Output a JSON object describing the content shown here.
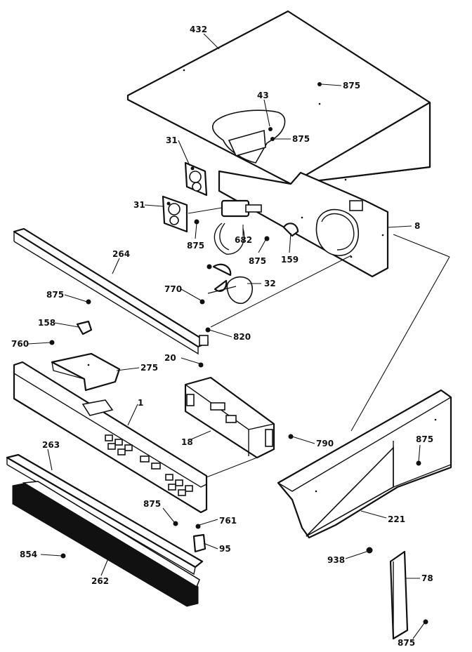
{
  "labels": {
    "l432": "432",
    "l875a": "875",
    "l43": "43",
    "l875b": "875",
    "l31a": "31",
    "l31b": "31",
    "l8": "8",
    "l875c": "875",
    "l682": "682",
    "l875d": "875",
    "l159": "159",
    "l264": "264",
    "l770": "770",
    "l32": "32",
    "l875e": "875",
    "l158": "158",
    "l760": "760",
    "l820": "820",
    "l275": "275",
    "l20": "20",
    "l1": "1",
    "l18": "18",
    "l790": "790",
    "l875f": "875",
    "l263": "263",
    "l221": "221",
    "l875g": "875",
    "l761": "761",
    "l95": "95",
    "l854": "854",
    "l262": "262",
    "l938": "938",
    "l78": "78",
    "l875h": "875"
  }
}
